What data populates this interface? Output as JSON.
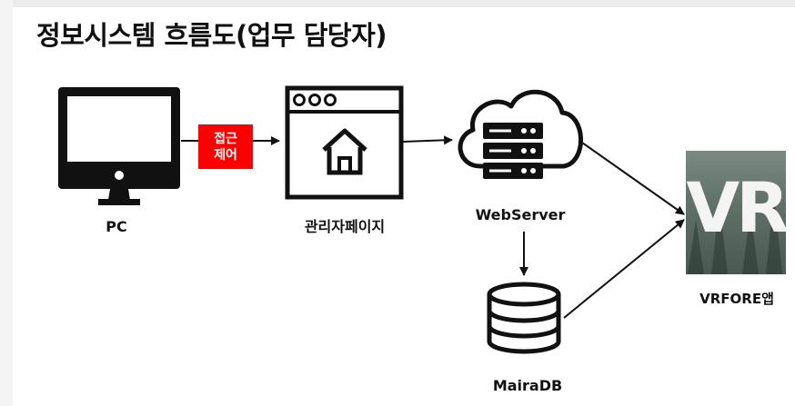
{
  "title": "정보시스템 흐름도(업무 담당자)",
  "nodes": {
    "pc": "PC",
    "admin_page": "관리자페이지",
    "web_server": "WebServer",
    "database": "MairaDB",
    "app": "VRFORE앱"
  },
  "access_badge": {
    "line1": "접근",
    "line2": "제어"
  },
  "app_logo_text": "VR",
  "colors": {
    "badge": "#ff0000",
    "ink": "#111111"
  }
}
